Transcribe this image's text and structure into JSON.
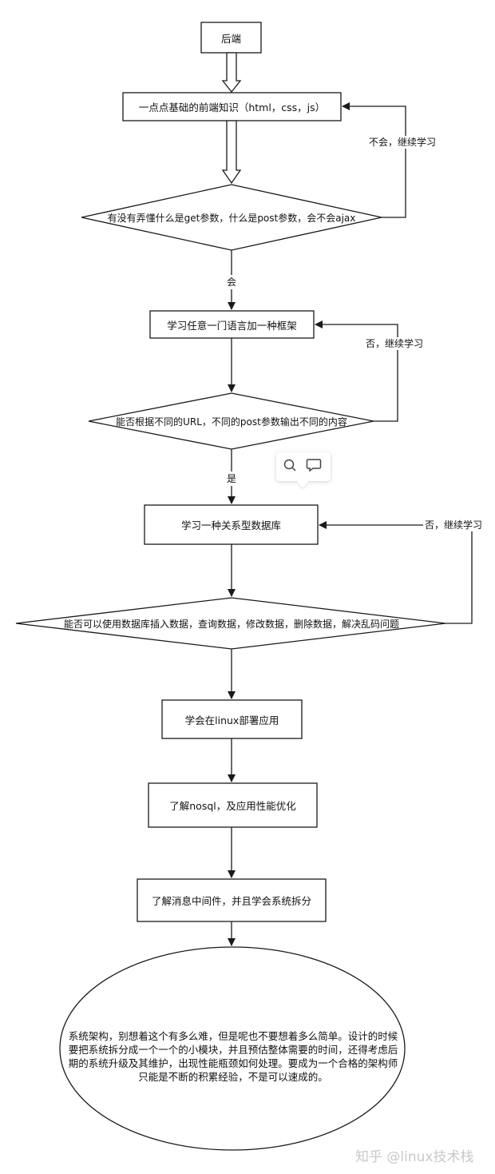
{
  "nodes": {
    "start": "后端",
    "frontend": "一点点基础的前端知识（html，css，js）",
    "q_http": "有没有弄懂什么是get参数，什么是post参数，会不会ajax",
    "lang": "学习任意一门语言加一种框架",
    "q_url": "能否根据不同的URL，不同的post参数输出不同的内容",
    "db": "学习一种关系型数据库",
    "q_db": "能否可以使用数据库插入数据，查询数据，修改数据，删除数据，解决乱码问题",
    "linux": "学会在linux部署应用",
    "nosql": "了解nosql，及应用性能优化",
    "mq": "了解消息中间件，并且学会系统拆分",
    "summary": "系统架构，别想着这个有多么难，但是呢也不要想着多么简单。设计的时候要把系统拆分成一个一个的小模块，并且预估整体需要的时间，还得考虑后期的系统升级及其维护，出现性能瓶颈如何处理。要成为一个合格的架构师只能是不断的积累经验，不是可以速成的。"
  },
  "edges": {
    "no_learn": "不会，继续学习",
    "yes_hui": "会",
    "no_learn2": "否，继续学习",
    "yes_shi": "是",
    "no_learn3": "否，继续学习"
  },
  "watermark": "知乎 @linux技术栈",
  "icons": [
    "search-icon",
    "comment-icon"
  ]
}
